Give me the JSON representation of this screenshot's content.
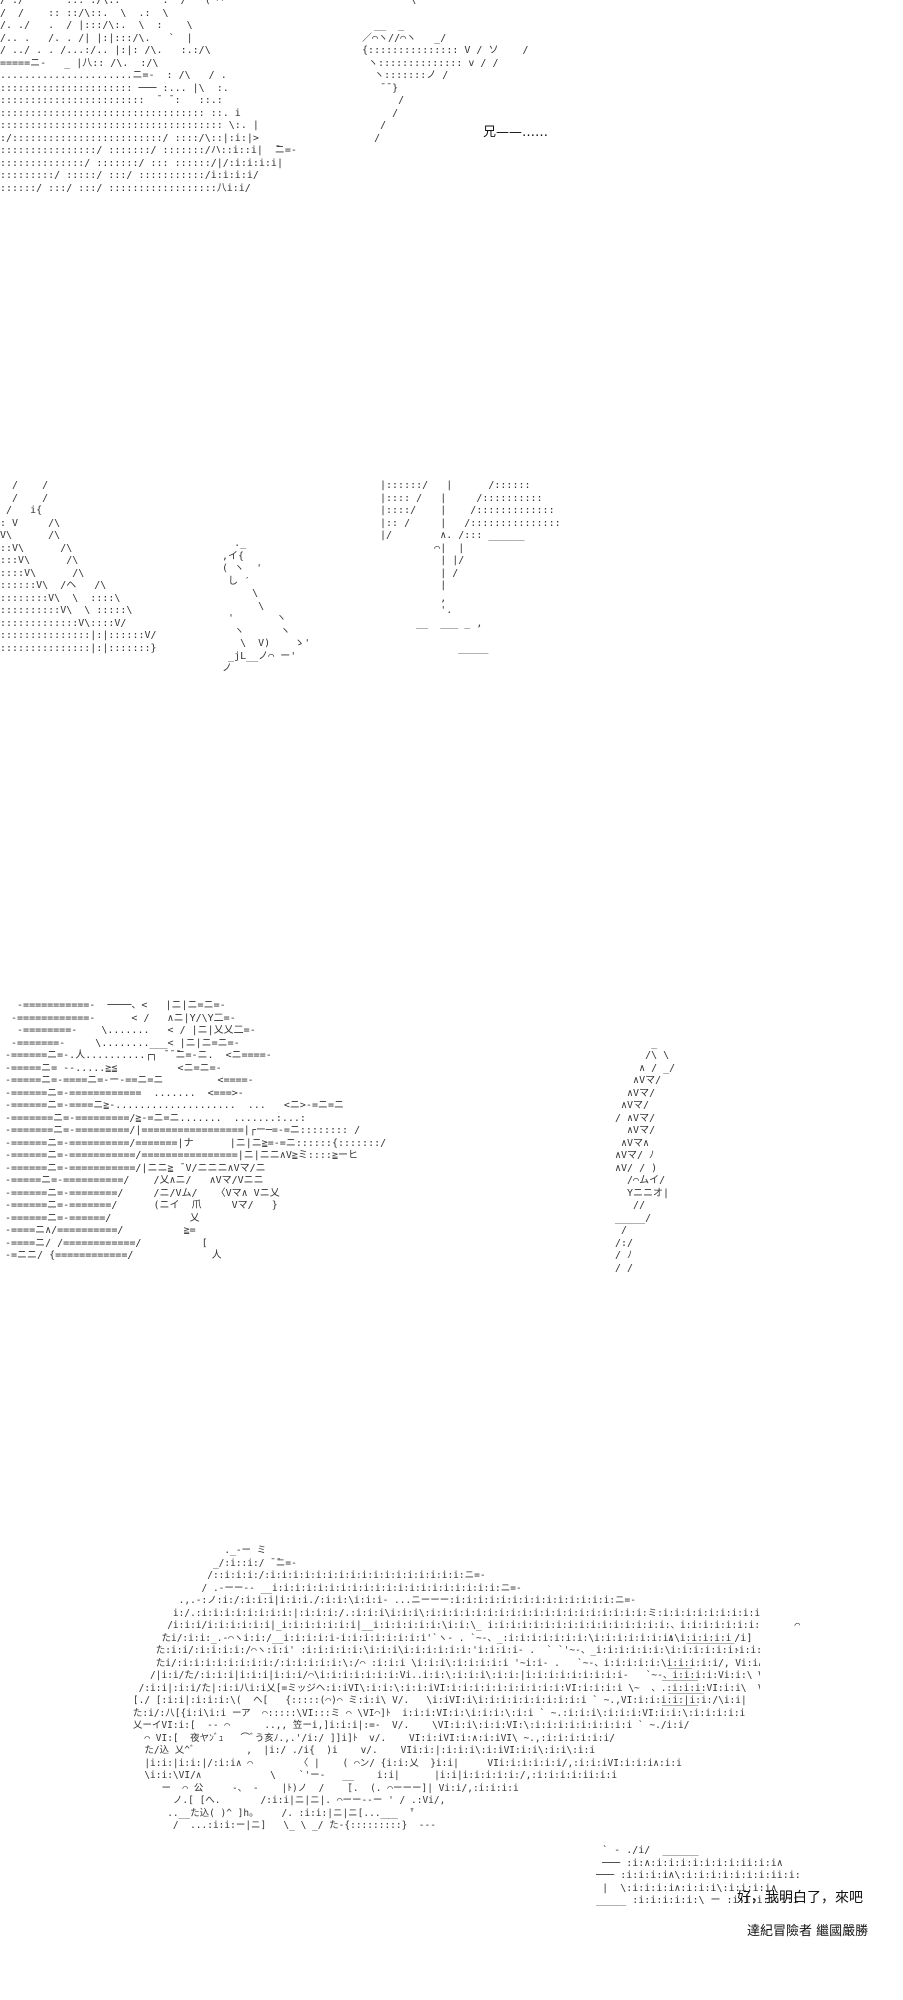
{
  "panel1": {
    "art": "/ ./       ... :/\\:.   `   :  /   ( ⌒\n/  /    :: ::/\\::.  \\  .:  \\     \n/. ./   .  / |:::/\\:.  \\  :    \\  \n/.. .   /. . /| |:|:::/\\.   `  |    \n/ ../ . . /...:/.. |:|: /\\.   :.:/\\  \n=====ニ-   _ |八:: /\\.  :/\\  \n......................ニ=-  : /\\   / .\n:::::::::::::::::::::: ─── :... |\\  :.   \n::::::::::::::::::::::::  ̄  ̄ :   ::.:  \n:::::::::::::::::::::::::::::::::: ::. i\n::::::::::::::::::::::::::::::::::::: \\:. |\n:/:::::::::::::::::::::::::/ ::::/\\::|:i:|>\n::::::::::::::::/ :::::::/ :::::::/ハ::i::i|  ̄ニ=-\n::::::::::::::/ :::::::/ ::: ::::::/|/:i:i:i:i|\n:::::::::/ :::::/ :::/ :::::::::::/i:i:i:i/\n::::::/ :::/ :::/ ::::::::::::::::::八i:i/",
    "art2": "          \\\n\n    __  _\n  ／⌒ヽ//⌒ヽ   _/\n  {::::::::::::::: V / ソ    /\n   ヽ:::::::::::::: v / /\n    ヽ:::::::ノ /\n     ̄ ̄ }\n        /\n       /\n     /\n    /",
    "text": "兄——……"
  },
  "panel2": {
    "art": "  /    /\n  /    /\n /   i{\n: V     /\\\nV\\      /\\\n::V\\      /\\\n:::V\\      /\\\n::::V\\      /\\\n::::::V\\  /ヘ   /\\\n::::::::V\\  \\  ::::\\\n::::::::::V\\  \\ :::::\\\n:::::::::::::V\\::::V/\n:::::::::::::::|:|::::::V/\n:::::::::::::::|:|:::::::}",
    "art2": "|::::::/   |      /::::::\n|:::: /   |     /::::::::::\n|::::/    |    /:::::::::::::\n|:: /     |   /:::::::::::::::\n|/        ∧. /::: ______\n         ⌒|  |\n          | |/\n          | /\n          |\n          ,\n          '.\n      __  ___ _ ,\n\n             _____",
    "art3": "    ._\n  ,イ{\n  ( ヽ  '\n   し ′\n       \\\n        \\\n   '       ヽ\n    ヽ      ヽ\n     \\  V)    ゝ'\n   _jL__ノ⌒ ー'\n  ノ"
  },
  "panel3": {
    "art": "  -===========-  ────、<   |ニ|ニ=ニ=-\n -============-      < /   ∧ニ|Y/\\Y二=-\n  -========-    \\.......   < / |ニ|乂乂二=-\n -=======-     \\........___< |ニ|ニ=ニ=-   \n-======ニ=-.人..........┌┐ ̄ ̄ ̄ニ=-ニ.  <ニ====-     \n-=====ニ= --.....≧≦          <ニ=ニ=-     \n-=====ニ=-====ニ=-ー-==ニ=ニ         <====-      \n-======ニ=-============  .......  <===>-   \n-======ニ=-====ニ≧-....................  ...   <ニ>-=ニ=ニ\n-=======ニ=-=========/≧-=ニ=ニ.......  .......:...:\n-=======ニ=-=========/|=================|┌ー─=-=ニ:::::::: /\n-======ニ=-==========/=======|ナ      |ニ|ニ≧=-=ニ::::::{:::::::/\n-======ニ=-===========/================|ニ|ニニ∧V≧ミ::::≧ーヒ\n-======ニ=-===========/|ニニ≧ ̄ V/ニニニ∧Vマ/ニ\n-=====ニ=-==========/    /乂∧ニ/   ∧Vマ/Vニニ\n-======ニ=-========/     /ニ/Vム/   〈Vマ∧ Vニ乂\n-======ニ=-=======/      (ニイ  爪     Vマ/   }\n-======ニ=-======/             乂\n-====ニ∧/==========/          ≧=\n-====ニ/ /============/          [\n-=ニニ/ {============/             人",
    "art2": "\n\n\n      _\n     /\\ \\\n    ∧ / _/\n   ∧Vマ/\n  ∧Vマ/\n ∧Vマ/\n/ ∧Vマ/\n  ∧Vマ/\n ∧Vマ∧\n∧Vマ/ ﾉ\n∧V/ / )\n  /⌒ムイ/\n  Yニニオ|\n   //\n_____/\n /\n/:/\n/ ﾉ\n/ /"
  },
  "panel4": {
    "art": "                    ._-ー ミ\n                  _/:i::i:/ ̄ ̄ニ=-\n                 /::i:i:i:/:i:i:i:i:i:i:i:i:i:i:i:i:i:i:i:i:i:ニ=-\n                / .-ーー-- __i:i:i:i:i:i:i:i:i:i:i:i:i:i:i:i:i:i:i:i:ニ=-\n            .,.-:ノ:i:/:i:i:i|i:i:i./:i:i:\\i:i:i- ...ニーーー:i:i:i:i:i:i:i:i:i:i:i:i:i:i:ニ=-\n           i:/.:i:i:i:i:i:i:i:i:|:i:i:i:/.:i:i:i\\i:i:i\\:i:i:i:i:i:i:i:i:i:i:i:i:i:i:i:i:i:i:i:ミ:i:i:i:i:i:i:i:i:i:i:i:i:i -\n          /i:i:i/i:i:i:i:i:i|_i:i:i:i:i:i:i|__i:i:i:i:i:i:\\i:i:\\_ i:i:i:i:i:i:i:i:i:i:i:i:i:i:i:i:、i:i:i:i:i:i:i:i:i:i:i:i:i\n         たi/:i:i:_.-⌒ヽi:i:/__i:i:i:i:i-i:i:i:i:i:i:i:i'`ヽ- . `~-、_:i:i:i:i:i:i:i:\\i:i:i:i:i:i:i:\\i:i:i:i:i\n        た:i:i/:i:i:i:i:/⌒ヽ:i:i' :i:i:i:i:i:\\i:i:i\\i:i:i:i:i:i:'i:i:i:i- .  ` `'~-、_i:i:i:i:i:i:\\i:i:i:i:i:i:i:i:i:i:i:i:∧\n        たi/:i:i:i:i:i:i:i:i:/:i:i:i:i:i:\\:/⌒ :i:i:i \\i:i:i\\:i:i:i:i:i '~i:i- .   `~-、i:i:i:i:i:\\i:i:i:i:i/, Vi:i∧   ___/i\n       /|i:i/た/:i:i:i|i:i:i|i:i:i/⌒\\i:i:i:i:i:i:i:Vi..i:i:\\:i:i:i\\:i:i:|i:i:i:i:i:i:i:i:i-   `~-、i:i:i:i:Vi:i:\\ Vi:i:|i:i:i:i:i:i:i.ノ  -\n     /:i:i|:i:i/た|:i:i八i:i乂[=ミッジヘ:i:iVI\\:i:i:\\:i:i:iVI:i:i:i:i:i:i:i:i:i:i:VI:i:i:i:i \\~  、.:i:i:i:VI:i:i\\  VI:i|  ̄ ̄\n    [./ [:i:i|:i:i:i:\\(  ヘ[   {:::::(⌒)⌒ ミ:i:i\\ V/.   \\i:iVI:i\\i:i:i:i:i:i:i:i:i:i ` ~.,VI:i:i:i:i:|i:i:/\\i:i|\n    た:i/:八[{i:i\\i:i ーア  ⌒:::::\\VI:::ミ ⌒ \\VI⌒]ﾄ  i:i:i:VI:i:\\i:i:i:\\:i:i ` ~.:i:i:i\\:i:i:i:VI:i:i:\\:i:i:i:i:i\n    乂ーイVI:i:[  -- ⌒      ..,, 笠ーi,]i:i:i|:=-  V/.    \\VI:i:i\\:i:i:VI:\\:i:i:i:i:i:i:i:i:i ` ~./i:i/\n      ⌒ VI:[  夜ヤﾝﾞｭ   ⌒ﾞう亥ﾉ.,.'/i:/ ]]i]ﾄ  v/.    VI:i:iVI:i:∧:i:iVI\\ ~.,:i:i:i:i:i:i/\n      た/込 乂^ﾞ         ,  |i:/ ./i{  )i    v/.    VIi:i:|:i:i:i\\:i:iVI:i:i\\:i:i\\:i:i\n      |i:i:|i:i:|/:i:i∧ ⌒        〈 |    ( ⌒ン/ {i:i:乂  }i:i|     VIi:i:i:i:i:i/,:i:i:iVI:i:i:i∧:i:i\n      \\i:i:\\VI/∧            \\    `'ー-   __    i:i|      |i:i|i:i:i:i:i:/,:i:i:i:i:ii:i:i\n         ー  ⌒ 公     -、 -    |ﾄ)ノ  /    ̄[.  (. ⌒ーーー]| Vi:i/,:i:i:i:i\n           ノ.[ [へ.       /:i:i|ニ|ニ|. ⌒ーー--ー ' / .:Vi/,\n          ..__た込( )^ ]h。    /. :i:i:|ニ|ニ[...___  ̄'\n           /  ...:i:i:ー|ニ]   \\_ \\ _/ た-{:::::::::}  ---",
    "art2": "\n\n\n\n\n\n                        ⌒\n   ∧  ________/i]\n              -\n   ____\n  ______\n   ______\n  ______",
    "art3": "       ` ‐ ./i/  ______\n       ─── :i:∧:i:i:i:i:i:i:i:ii:i:i∧\n      ─── :i:i:i:i∧\\:i:i:i:i:i:i:i:ii:i:i∧\n       |  \\:i:i:i:i∧:i:i:i\\:i:i:i:i∧\n      _____ :i:i:i:i:i:\\ ー :i:i:i:i:i:i:i∧",
    "text_main": "好，我明白了，來吧",
    "text_watermark": "達紀冒險者 繼國嚴勝"
  }
}
